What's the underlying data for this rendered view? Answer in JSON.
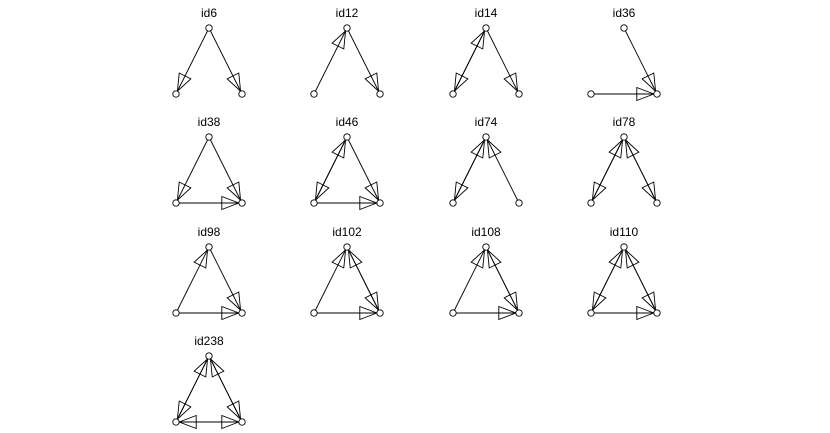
{
  "colors": {
    "stroke": "#000000",
    "background": "#ffffff"
  },
  "panels": [
    {
      "title": "id6",
      "edges": [
        [
          "T",
          "L"
        ],
        [
          "T",
          "R"
        ]
      ]
    },
    {
      "title": "id12",
      "edges": [
        [
          "L",
          "T"
        ],
        [
          "T",
          "R"
        ]
      ]
    },
    {
      "title": "id14",
      "edges": [
        [
          "T",
          "L"
        ],
        [
          "L",
          "T"
        ],
        [
          "T",
          "R"
        ]
      ]
    },
    {
      "title": "id36",
      "edges": [
        [
          "T",
          "R"
        ],
        [
          "L",
          "R"
        ]
      ]
    },
    {
      "title": "id38",
      "edges": [
        [
          "T",
          "L"
        ],
        [
          "T",
          "R"
        ],
        [
          "L",
          "R"
        ]
      ]
    },
    {
      "title": "id46",
      "edges": [
        [
          "T",
          "L"
        ],
        [
          "L",
          "T"
        ],
        [
          "T",
          "R"
        ],
        [
          "L",
          "R"
        ]
      ]
    },
    {
      "title": "id74",
      "edges": [
        [
          "T",
          "L"
        ],
        [
          "L",
          "T"
        ],
        [
          "R",
          "T"
        ]
      ]
    },
    {
      "title": "id78",
      "edges": [
        [
          "T",
          "L"
        ],
        [
          "L",
          "T"
        ],
        [
          "T",
          "R"
        ],
        [
          "R",
          "T"
        ]
      ]
    },
    {
      "title": "id98",
      "edges": [
        [
          "L",
          "T"
        ],
        [
          "T",
          "R"
        ],
        [
          "L",
          "R"
        ]
      ]
    },
    {
      "title": "id102",
      "edges": [
        [
          "L",
          "T"
        ],
        [
          "T",
          "R"
        ],
        [
          "R",
          "T"
        ],
        [
          "L",
          "R"
        ]
      ]
    },
    {
      "title": "id108",
      "edges": [
        [
          "L",
          "T"
        ],
        [
          "T",
          "R"
        ],
        [
          "R",
          "T"
        ],
        [
          "L",
          "R"
        ]
      ]
    },
    {
      "title": "id110",
      "edges": [
        [
          "T",
          "L"
        ],
        [
          "L",
          "T"
        ],
        [
          "T",
          "R"
        ],
        [
          "R",
          "T"
        ],
        [
          "L",
          "R"
        ]
      ]
    },
    {
      "title": "id238",
      "edges": [
        [
          "T",
          "L"
        ],
        [
          "L",
          "T"
        ],
        [
          "T",
          "R"
        ],
        [
          "R",
          "T"
        ],
        [
          "L",
          "R"
        ],
        [
          "R",
          "L"
        ]
      ]
    }
  ]
}
